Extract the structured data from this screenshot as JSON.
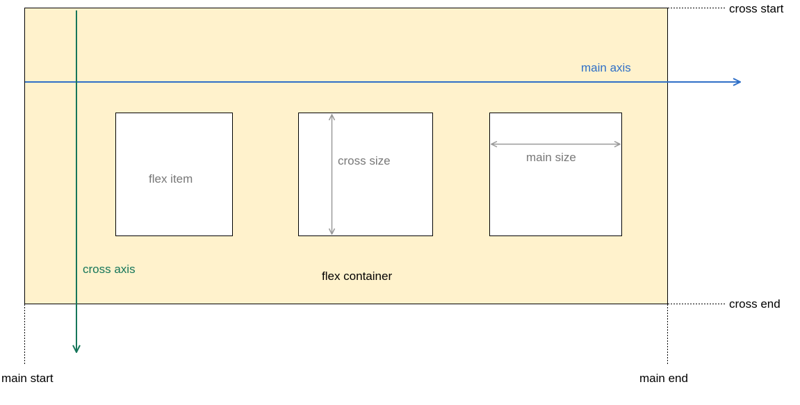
{
  "labels": {
    "cross_start": "cross start",
    "cross_end": "cross end",
    "main_start": "main start",
    "main_end": "main end",
    "main_axis": "main axis",
    "cross_axis": "cross axis",
    "flex_container": "flex container",
    "flex_item": "flex item",
    "cross_size": "cross size",
    "main_size": "main size"
  },
  "colors": {
    "container_fill": "#fff2cc",
    "main_axis": "#2f6fc7",
    "cross_axis": "#16765a",
    "dimension_arrows": "#999999",
    "label_grey": "#777777"
  }
}
